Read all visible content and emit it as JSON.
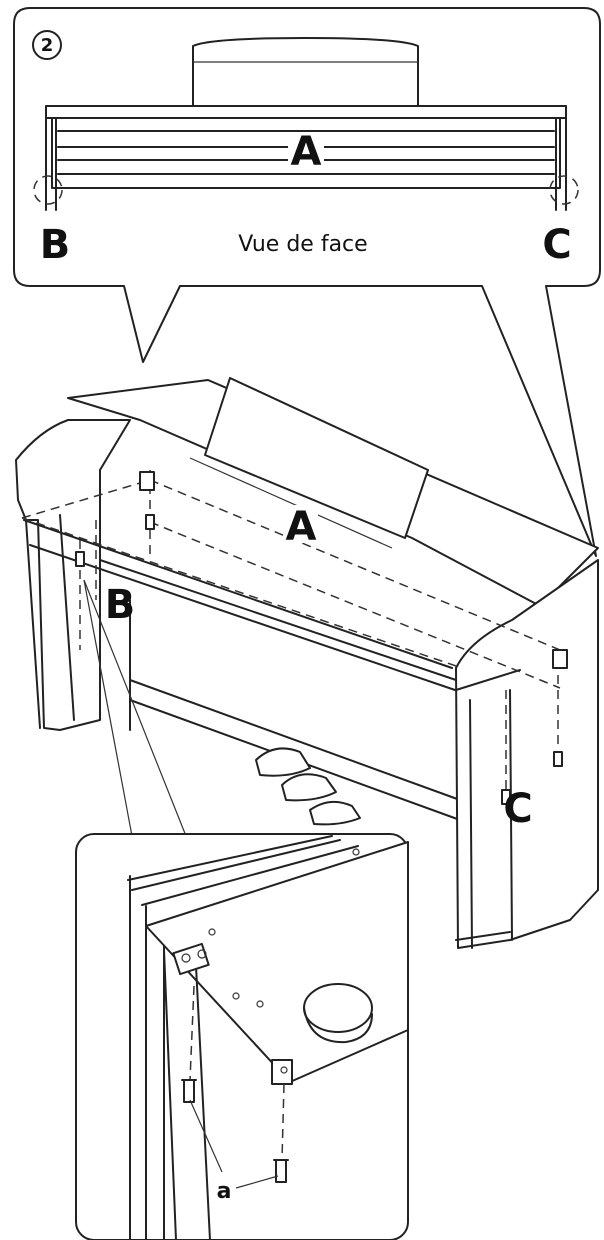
{
  "step_number": "2",
  "front_view": {
    "label_panel": "A",
    "label_left": "B",
    "label_right": "C",
    "caption": "Vue de face"
  },
  "main_view": {
    "label_panel": "A",
    "label_left": "B",
    "label_right": "C"
  },
  "detail": {
    "screw_label": "a"
  }
}
